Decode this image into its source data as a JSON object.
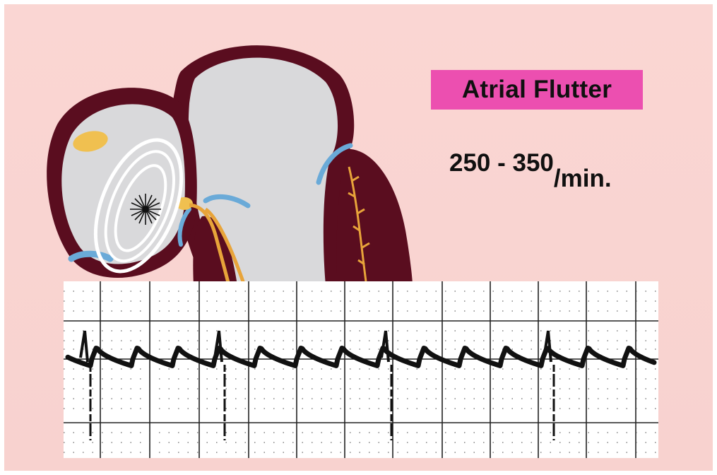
{
  "title": "Atrial Flutter",
  "rate": {
    "value": "250 - 350",
    "unit": "/min."
  },
  "colors": {
    "background": "#f8d2cf",
    "title_box": "#ec4fb0",
    "heart_wall": "#5a0d1f",
    "chamber": "#d9d9db",
    "conduction": "#e8a43a",
    "valves": "#6aaad8",
    "sa_node": "#f0c050",
    "flutter_circuit": "#ffffff",
    "ecg_trace": "#111111",
    "ecg_grid": "#222222"
  },
  "icons": {
    "ectopic_focus": "starburst-icon"
  }
}
